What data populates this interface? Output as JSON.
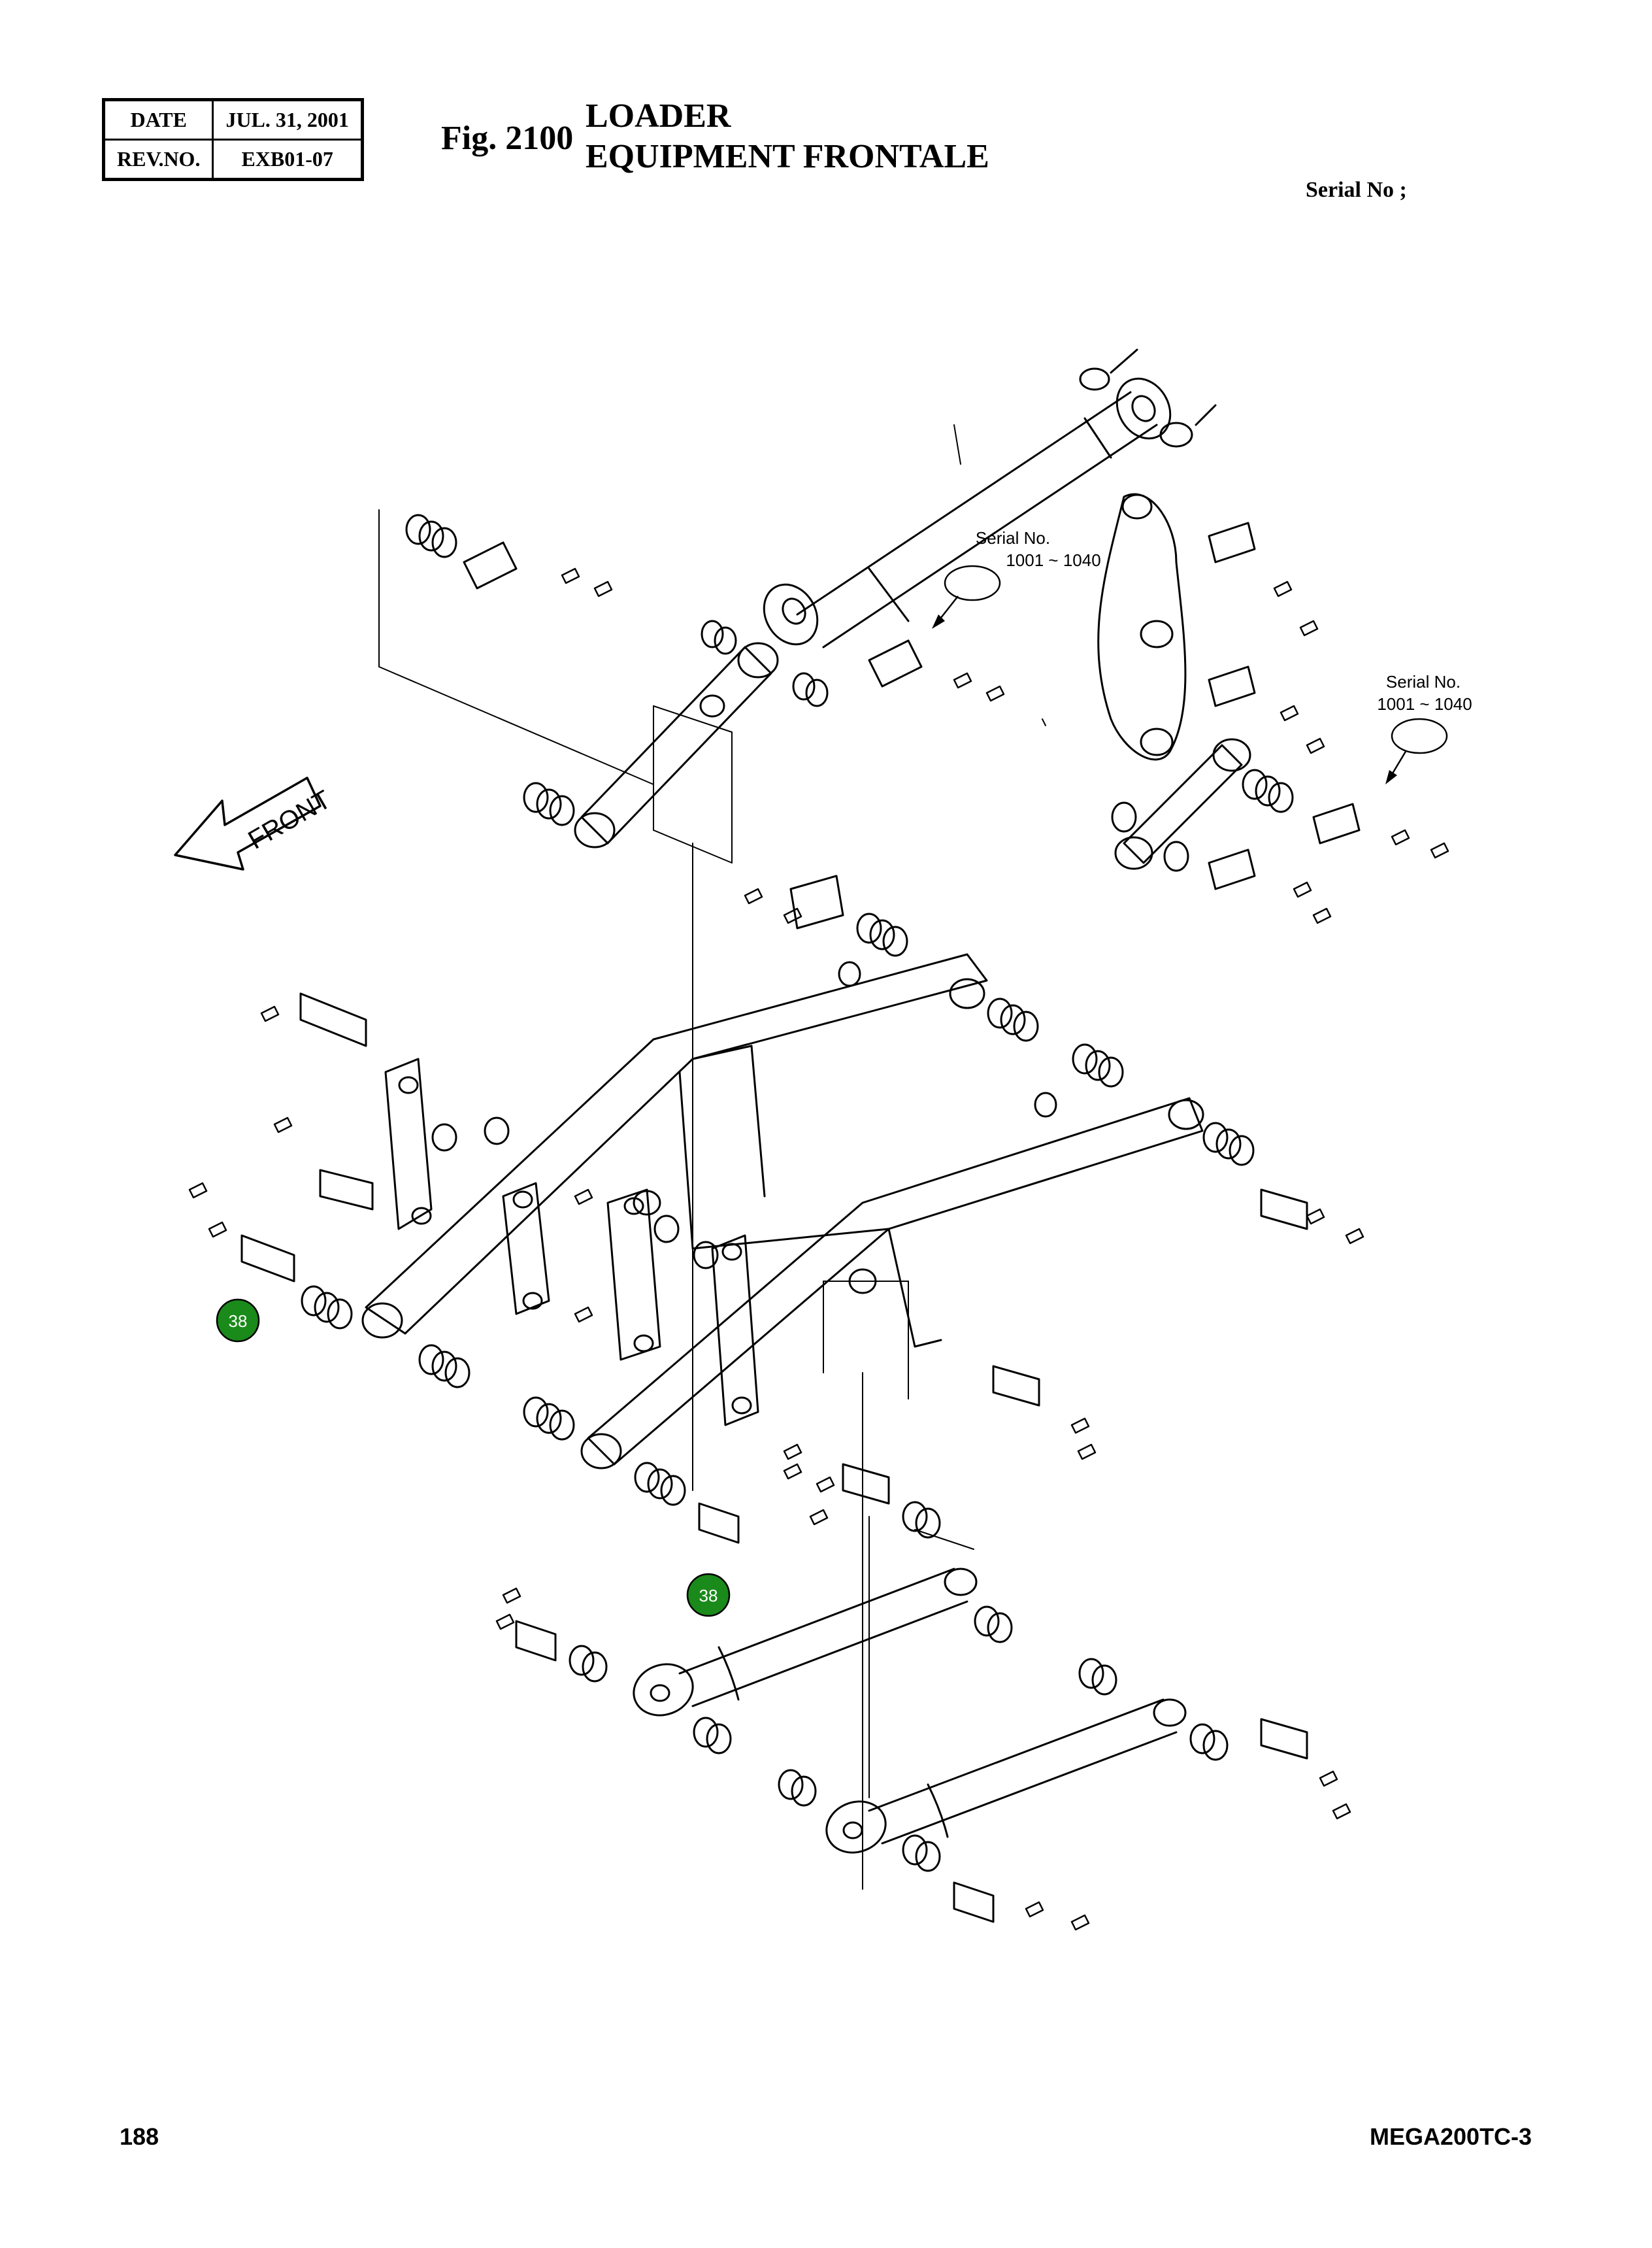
{
  "header": {
    "date_label": "DATE",
    "date_value": "JUL. 31, 2001",
    "rev_label": "REV.NO.",
    "rev_value": "EXB01-07",
    "fig_number": "Fig. 2100",
    "title_line1": "LOADER",
    "title_line2": "EQUIPMENT FRONTALE",
    "serial_label": "Serial No ;"
  },
  "diagram": {
    "front_label": "FRONT",
    "serial_callouts": [
      {
        "line1": "Serial No.",
        "line2": "1001 ~ 1040"
      },
      {
        "line1": "Serial No.",
        "line2": "1001 ~ 1040"
      }
    ],
    "markers": [
      {
        "label": "38",
        "color": "#1a8a1a"
      },
      {
        "label": "38",
        "color": "#1a8a1a"
      }
    ]
  },
  "footer": {
    "page_number": "188",
    "model": "MEGA200TC-3"
  }
}
